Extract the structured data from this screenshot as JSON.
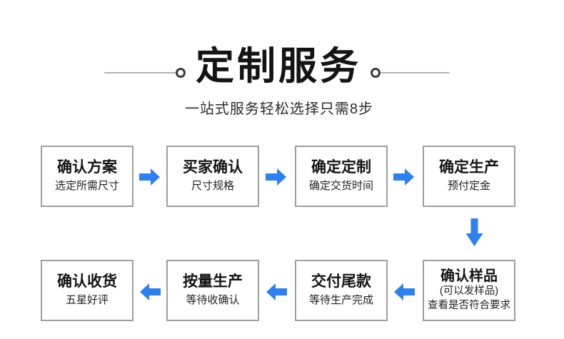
{
  "header": {
    "title": "定制服务",
    "subtitle": "一站式服务轻松选择只需8步"
  },
  "colors": {
    "arrow_blue": "#2E80EC",
    "box_border": "#9E9E9E",
    "deco_line": "#B3B3B3",
    "deco_ring": "#3A3A3A",
    "title_text": "#141414",
    "body_text": "#1F1F1F"
  },
  "steps": [
    {
      "title": "确认方案",
      "lines": [
        "选定所需尺寸"
      ]
    },
    {
      "title": "买家确认",
      "lines": [
        "尺寸规格"
      ]
    },
    {
      "title": "确定定制",
      "lines": [
        "确定交货时间"
      ]
    },
    {
      "title": "确定生产",
      "lines": [
        "预付定金"
      ]
    },
    {
      "title": "确认样品",
      "lines": [
        "(可以发样品)",
        "查看是否符合要求"
      ]
    },
    {
      "title": "交付尾款",
      "lines": [
        "等待生产完成"
      ]
    },
    {
      "title": "按量生产",
      "lines": [
        "等待收确认"
      ]
    },
    {
      "title": "确认收货",
      "lines": [
        "五星好评"
      ]
    }
  ],
  "arrows": [
    {
      "direction": "right"
    },
    {
      "direction": "right"
    },
    {
      "direction": "right"
    },
    {
      "direction": "down"
    },
    {
      "direction": "left"
    },
    {
      "direction": "left"
    },
    {
      "direction": "left"
    }
  ]
}
